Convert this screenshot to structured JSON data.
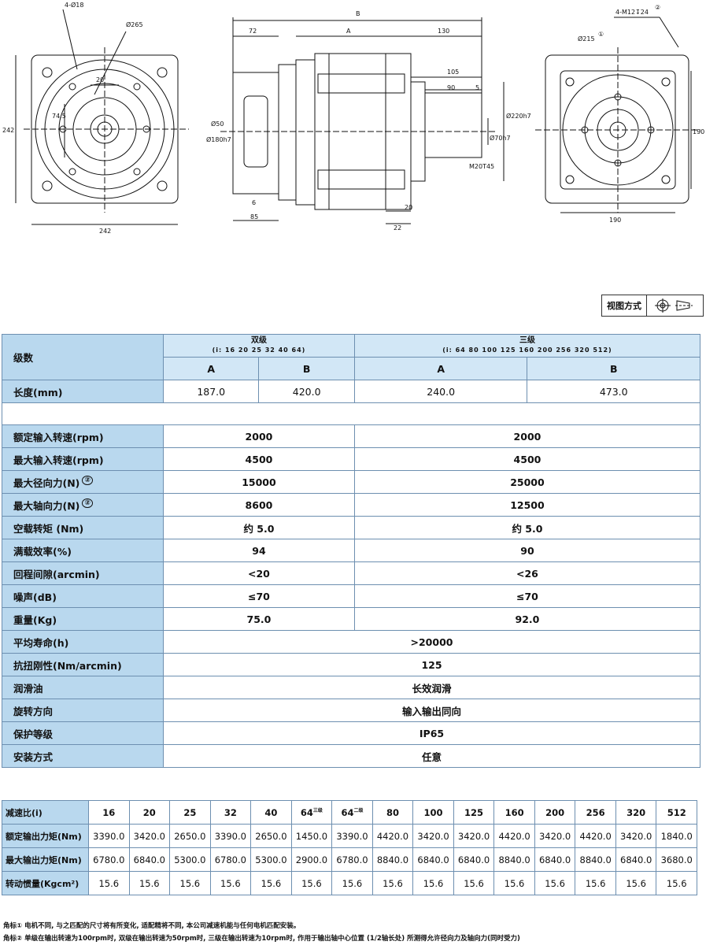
{
  "drawings": {
    "front_labels": [
      "4-Ø18",
      "Ø265",
      "20",
      "74.5",
      "242",
      "242"
    ],
    "side_labels": [
      "B",
      "72",
      "A",
      "130",
      "105",
      "90",
      "5",
      "Ø180h7",
      "Ø50",
      "Ø70h7",
      "Ø220h7",
      "M20T45",
      "6",
      "85",
      "20",
      "22"
    ],
    "rear_labels": [
      "4-M12↧24",
      "Ø215",
      "190",
      "190"
    ],
    "circled_one": "①",
    "circled_two": "②"
  },
  "view_mode": {
    "label": "视图方式"
  },
  "spec": {
    "header": {
      "stage_label": "级数",
      "two_stage": "双级",
      "two_stage_ratios": "(i: 16 20 25 32 40 64)",
      "three_stage": "三级",
      "three_stage_ratios": "(i: 64 80 100 125 160 200 256 320 512)",
      "col_a": "A",
      "col_b": "B"
    },
    "length": {
      "label": "长度(mm)",
      "a2": "187.0",
      "b2": "420.0",
      "a3": "240.0",
      "b3": "473.0"
    },
    "rows_split": [
      {
        "label": "额定输入转速(rpm)",
        "mark": "",
        "two": "2000",
        "three": "2000"
      },
      {
        "label": "最大输入转速(rpm)",
        "mark": "",
        "two": "4500",
        "three": "4500"
      },
      {
        "label": "最大径向力(N)",
        "mark": "②",
        "two": "15000",
        "three": "25000"
      },
      {
        "label": "最大轴向力(N)",
        "mark": "②",
        "two": "8600",
        "three": "12500"
      },
      {
        "label": "空载转矩 (Nm)",
        "mark": "",
        "two": "约 5.0",
        "three": "约 5.0"
      },
      {
        "label": "满载效率(%)",
        "mark": "",
        "two": "94",
        "three": "90"
      },
      {
        "label": "回程间隙(arcmin)",
        "mark": "",
        "two": "<20",
        "three": "<26"
      },
      {
        "label": "噪声(dB)",
        "mark": "",
        "two": "≤70",
        "three": "≤70"
      },
      {
        "label": "重量(Kg)",
        "mark": "",
        "two": "75.0",
        "three": "92.0"
      }
    ],
    "rows_full": [
      {
        "label": "平均寿命(h)",
        "value": ">20000"
      },
      {
        "label": "抗扭刚性(Nm/arcmin)",
        "value": "125"
      },
      {
        "label": "润滑油",
        "value": "长效润滑"
      },
      {
        "label": "旋转方向",
        "value": "输入输出同向"
      },
      {
        "label": "保护等级",
        "value": "IP65"
      },
      {
        "label": "安装方式",
        "value": "任意"
      }
    ]
  },
  "ratio": {
    "header_label": "减速比(i)",
    "ratios": [
      "16",
      "20",
      "25",
      "32",
      "40",
      "64",
      "64",
      "80",
      "100",
      "125",
      "160",
      "200",
      "256",
      "320",
      "512"
    ],
    "ratio_marks": [
      "",
      "",
      "",
      "",
      "",
      "三级",
      "二级",
      "",
      "",
      "",
      "",
      "",
      "",
      "",
      ""
    ],
    "rows": [
      {
        "label": "额定输出力矩(Nm)",
        "values": [
          "3390.0",
          "3420.0",
          "2650.0",
          "3390.0",
          "2650.0",
          "1450.0",
          "3390.0",
          "4420.0",
          "3420.0",
          "3420.0",
          "4420.0",
          "3420.0",
          "4420.0",
          "3420.0",
          "1840.0"
        ]
      },
      {
        "label": "最大输出力矩(Nm)",
        "values": [
          "6780.0",
          "6840.0",
          "5300.0",
          "6780.0",
          "5300.0",
          "2900.0",
          "6780.0",
          "8840.0",
          "6840.0",
          "6840.0",
          "8840.0",
          "6840.0",
          "8840.0",
          "6840.0",
          "3680.0"
        ]
      },
      {
        "label": "转动惯量(Kgcm²)",
        "values": [
          "15.6",
          "15.6",
          "15.6",
          "15.6",
          "15.6",
          "15.6",
          "15.6",
          "15.6",
          "15.6",
          "15.6",
          "15.6",
          "15.6",
          "15.6",
          "15.6",
          "15.6"
        ]
      }
    ]
  },
  "notes": [
    "角标① 电机不同, 与之匹配的尺寸将有所变化, 适配精将不同, 本公司减速机能与任何电机匹配安装。",
    "角标② 单级在输出转速为100rpm时, 双级在输出转速为50rpm时, 三级在输出转速为10rpm时, 作用于输出轴中心位置 (1/2轴长处) 所测得允许径向力及轴向力(同时受力)"
  ]
}
